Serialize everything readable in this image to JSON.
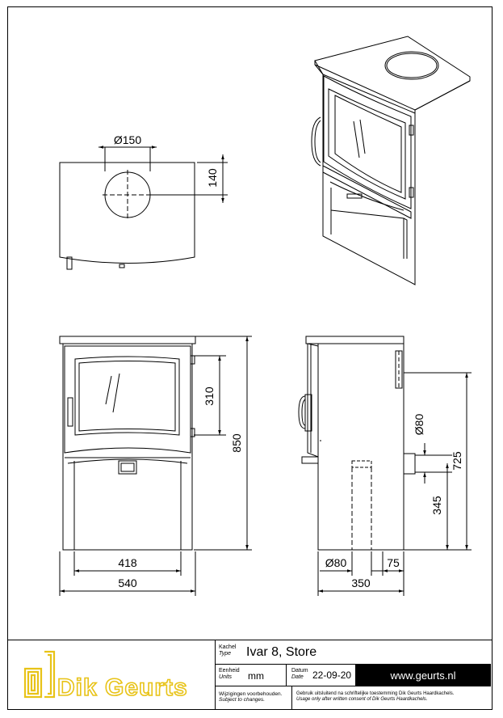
{
  "dimensions": {
    "top_diameter": "Ø150",
    "top_depth": "140",
    "door_height": "310",
    "total_height": "850",
    "inner_width": "418",
    "total_width": "540",
    "flue_diameter": "Ø80",
    "flue_height": "725",
    "rear_inlet_height": "345",
    "bottom_diameter": "Ø80",
    "rear_offset": "75",
    "total_depth": "350"
  },
  "title_block": {
    "logo_text": "Dik Geurts",
    "kachel_label": "Kachel",
    "type_label": "Type",
    "type_value": "Ivar 8, Store",
    "eenheid_label": "Eenheid",
    "units_label": "Units",
    "units_value": "mm",
    "datum_label": "Datum",
    "date_label": "Date",
    "date_value": "22-09-20",
    "website": "www.geurts.nl",
    "changes_nl": "Wijzigingen voorbehouden.",
    "changes_en": "Subject to changes.",
    "consent_nl": "Gebruik uitsluitend na schriftelijke toestemming Dik Geurts Haardkachels.",
    "consent_en": "Usage only after written consent of Dik Geurts Haardkachels."
  }
}
